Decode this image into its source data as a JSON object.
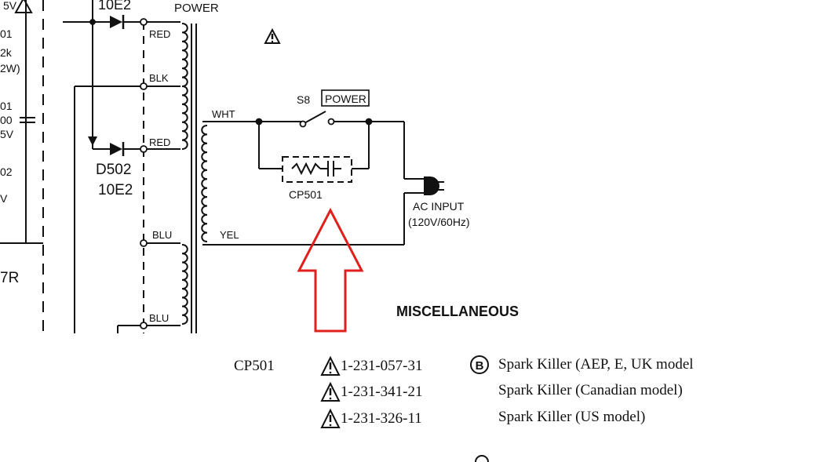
{
  "schematic": {
    "top_left_label": "5V",
    "diode_top": "10E2",
    "transformer_label": "POWER",
    "wire_red_top": "RED",
    "wire_blk": "BLK",
    "wire_red_mid": "RED",
    "wire_blu_top": "BLU",
    "wire_blu_bottom": "BLU",
    "wire_wht": "WHT",
    "wire_yel": "YEL",
    "switch_ref": "S8",
    "switch_label": "POWER",
    "diode_ref": "D502",
    "diode_part": "10E2",
    "spark_killer_ref": "CP501",
    "ac_input_label": "AC INPUT",
    "ac_input_rating": "(120V/60Hz)",
    "left_frag_1": "01",
    "left_frag_2": "2k",
    "left_frag_3": "2W)",
    "left_frag_4": "01",
    "left_frag_5": "00",
    "left_frag_6": "5V",
    "left_frag_7": "02",
    "left_frag_8": "V",
    "left_frag_9": "7R"
  },
  "section_title": "MISCELLANEOUS",
  "parts_list": {
    "ref": "CP501",
    "grade_badge": "B",
    "rows": [
      {
        "part_number": "1-231-057-31",
        "description": "Spark Killer (AEP, E, UK model"
      },
      {
        "part_number": "1-231-341-21",
        "description": "Spark Killer (Canadian model)"
      },
      {
        "part_number": "1-231-326-11",
        "description": "Spark Killer (US model)"
      }
    ]
  },
  "colors": {
    "ink": "#111111",
    "arrow": "#e0201c",
    "paper": "#ffffff"
  }
}
